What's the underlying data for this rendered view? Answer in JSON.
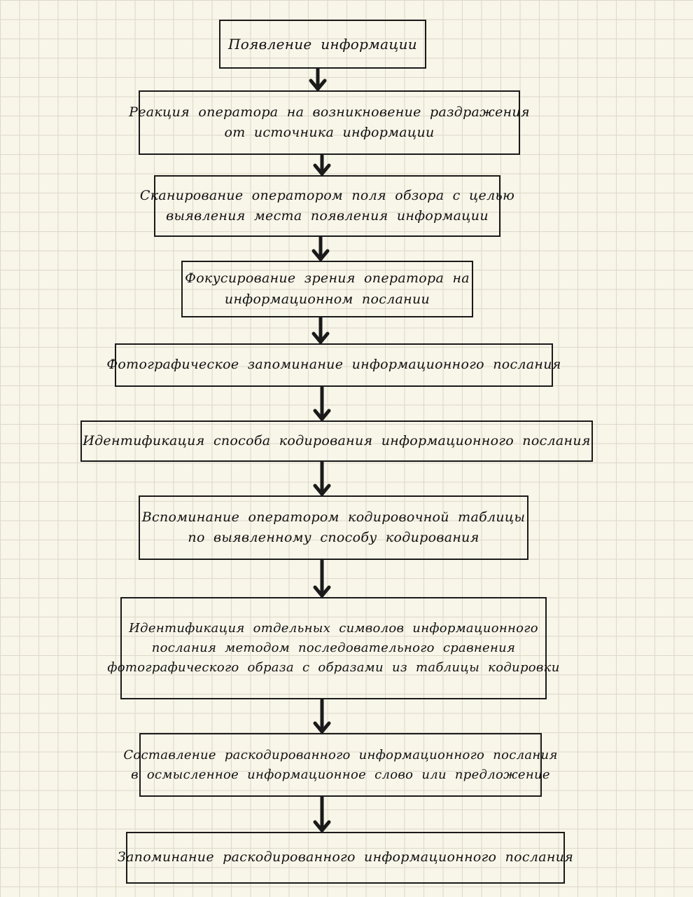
{
  "diagram": {
    "type": "flowchart",
    "nodes": [
      {
        "lines": [
          "Появление информации"
        ]
      },
      {
        "lines": [
          "Реакция оператора на возникновение раздражения",
          "от источника информации"
        ]
      },
      {
        "lines": [
          "Сканирование оператором поля обзора с целью",
          "выявления места появления информации"
        ]
      },
      {
        "lines": [
          "Фокусирование зрения оператора на",
          "информационном послании"
        ]
      },
      {
        "lines": [
          "Фотографическое запоминание информационного послания"
        ]
      },
      {
        "lines": [
          "Идентификация способа кодирования информационного послания"
        ]
      },
      {
        "lines": [
          "Вспоминание оператором кодировочной таблицы",
          "по выявленному способу кодирования"
        ]
      },
      {
        "lines": [
          "Идентификация отдельных символов информационного",
          "послания методом последовательного сравнения",
          "фотографического образа с образами из таблицы кодировки"
        ]
      },
      {
        "lines": [
          "Составление раскодированного информационного послания",
          "в осмысленное информационное слово или предложение"
        ]
      },
      {
        "lines": [
          "Запоминание раскодированного информационного послания"
        ]
      }
    ],
    "edges": [
      {
        "from": 0,
        "to": 1
      },
      {
        "from": 1,
        "to": 2
      },
      {
        "from": 2,
        "to": 3
      },
      {
        "from": 3,
        "to": 4
      },
      {
        "from": 4,
        "to": 5
      },
      {
        "from": 5,
        "to": 6
      },
      {
        "from": 6,
        "to": 7
      },
      {
        "from": 7,
        "to": 8
      },
      {
        "from": 8,
        "to": 9
      }
    ],
    "colors": {
      "background": "#f8f5e9",
      "grid": "#ddd9c9",
      "ink": "#1a1a1a"
    }
  }
}
